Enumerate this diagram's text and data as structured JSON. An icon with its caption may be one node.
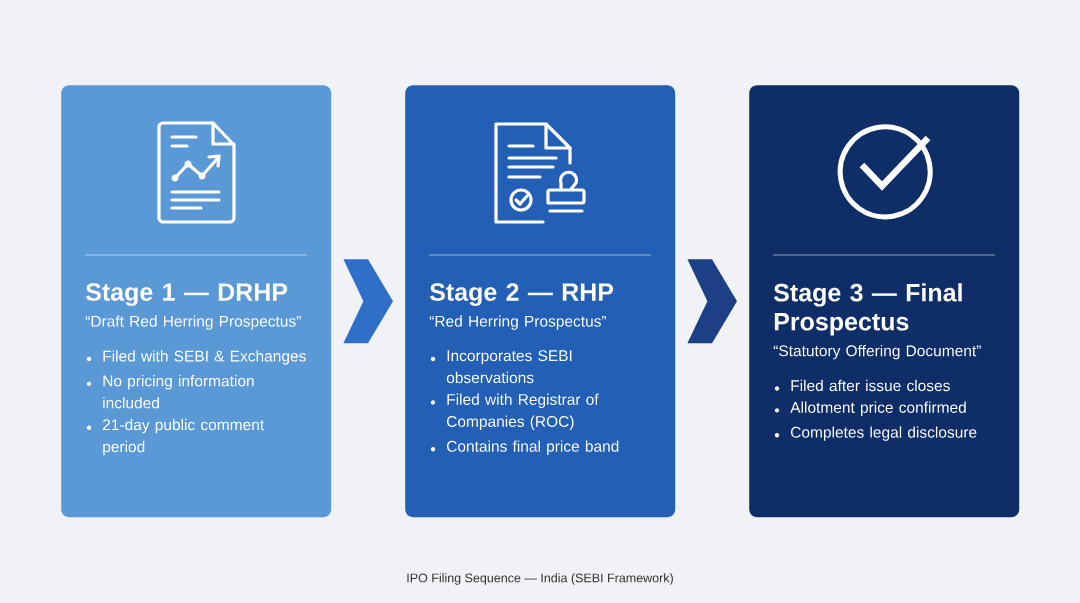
{
  "diagram": {
    "caption": "IPO Filing Sequence — India (SEBI Framework)",
    "nodes": [
      {
        "text": [
          "Stage 1 — DRHP",
          "“Draft Red Herring Prospectus”",
          "Filed with SEBI & Exchanges",
          "No pricing information included",
          "21-day public comment period"
        ]
      },
      {
        "text": [
          "Stage 2 — RHP",
          "“Red Herring Prospectus”",
          "Incorporates SEBI observations",
          "Filed with Registrar of Companies (ROC)",
          "Contains final price band"
        ]
      },
      {
        "text": [
          "Stage 3 — Final Prospectus",
          "“Statutory Offering Document”",
          "Filed after issue closes",
          "Allotment price confirmed",
          "Completes legal disclosure"
        ]
      }
    ],
    "edges": [
      {
        "from": 0,
        "to": 1,
        "arrow": "to",
        "color": "#2f6fc8"
      },
      {
        "from": 1,
        "to": 2,
        "arrow": "to",
        "color": "#1c3f86"
      }
    ]
  }
}
